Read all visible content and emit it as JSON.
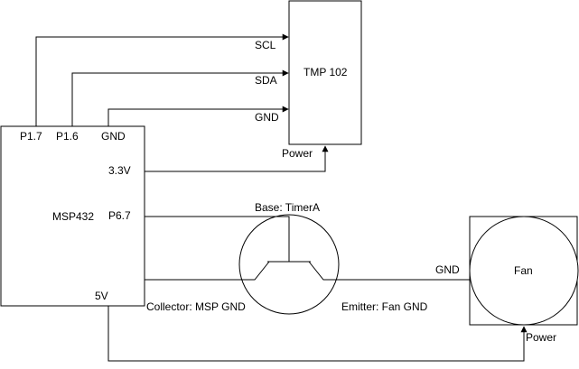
{
  "blocks": {
    "msp": "MSP432",
    "tmp": "TMP 102",
    "fan": "Fan"
  },
  "pins": {
    "p17": "P1.7",
    "p16": "P1.6",
    "gnd": "GND",
    "v33": "3.3V",
    "p67": "P6.7",
    "v5": "5V"
  },
  "wires": {
    "scl": "SCL",
    "sda": "SDA",
    "gnd": "GND",
    "tmp_power": "Power",
    "base": "Base: TimerA",
    "collector": "Collector: MSP GND",
    "emitter": "Emitter: Fan GND",
    "fan_gnd": "GND",
    "fan_power": "Power"
  }
}
